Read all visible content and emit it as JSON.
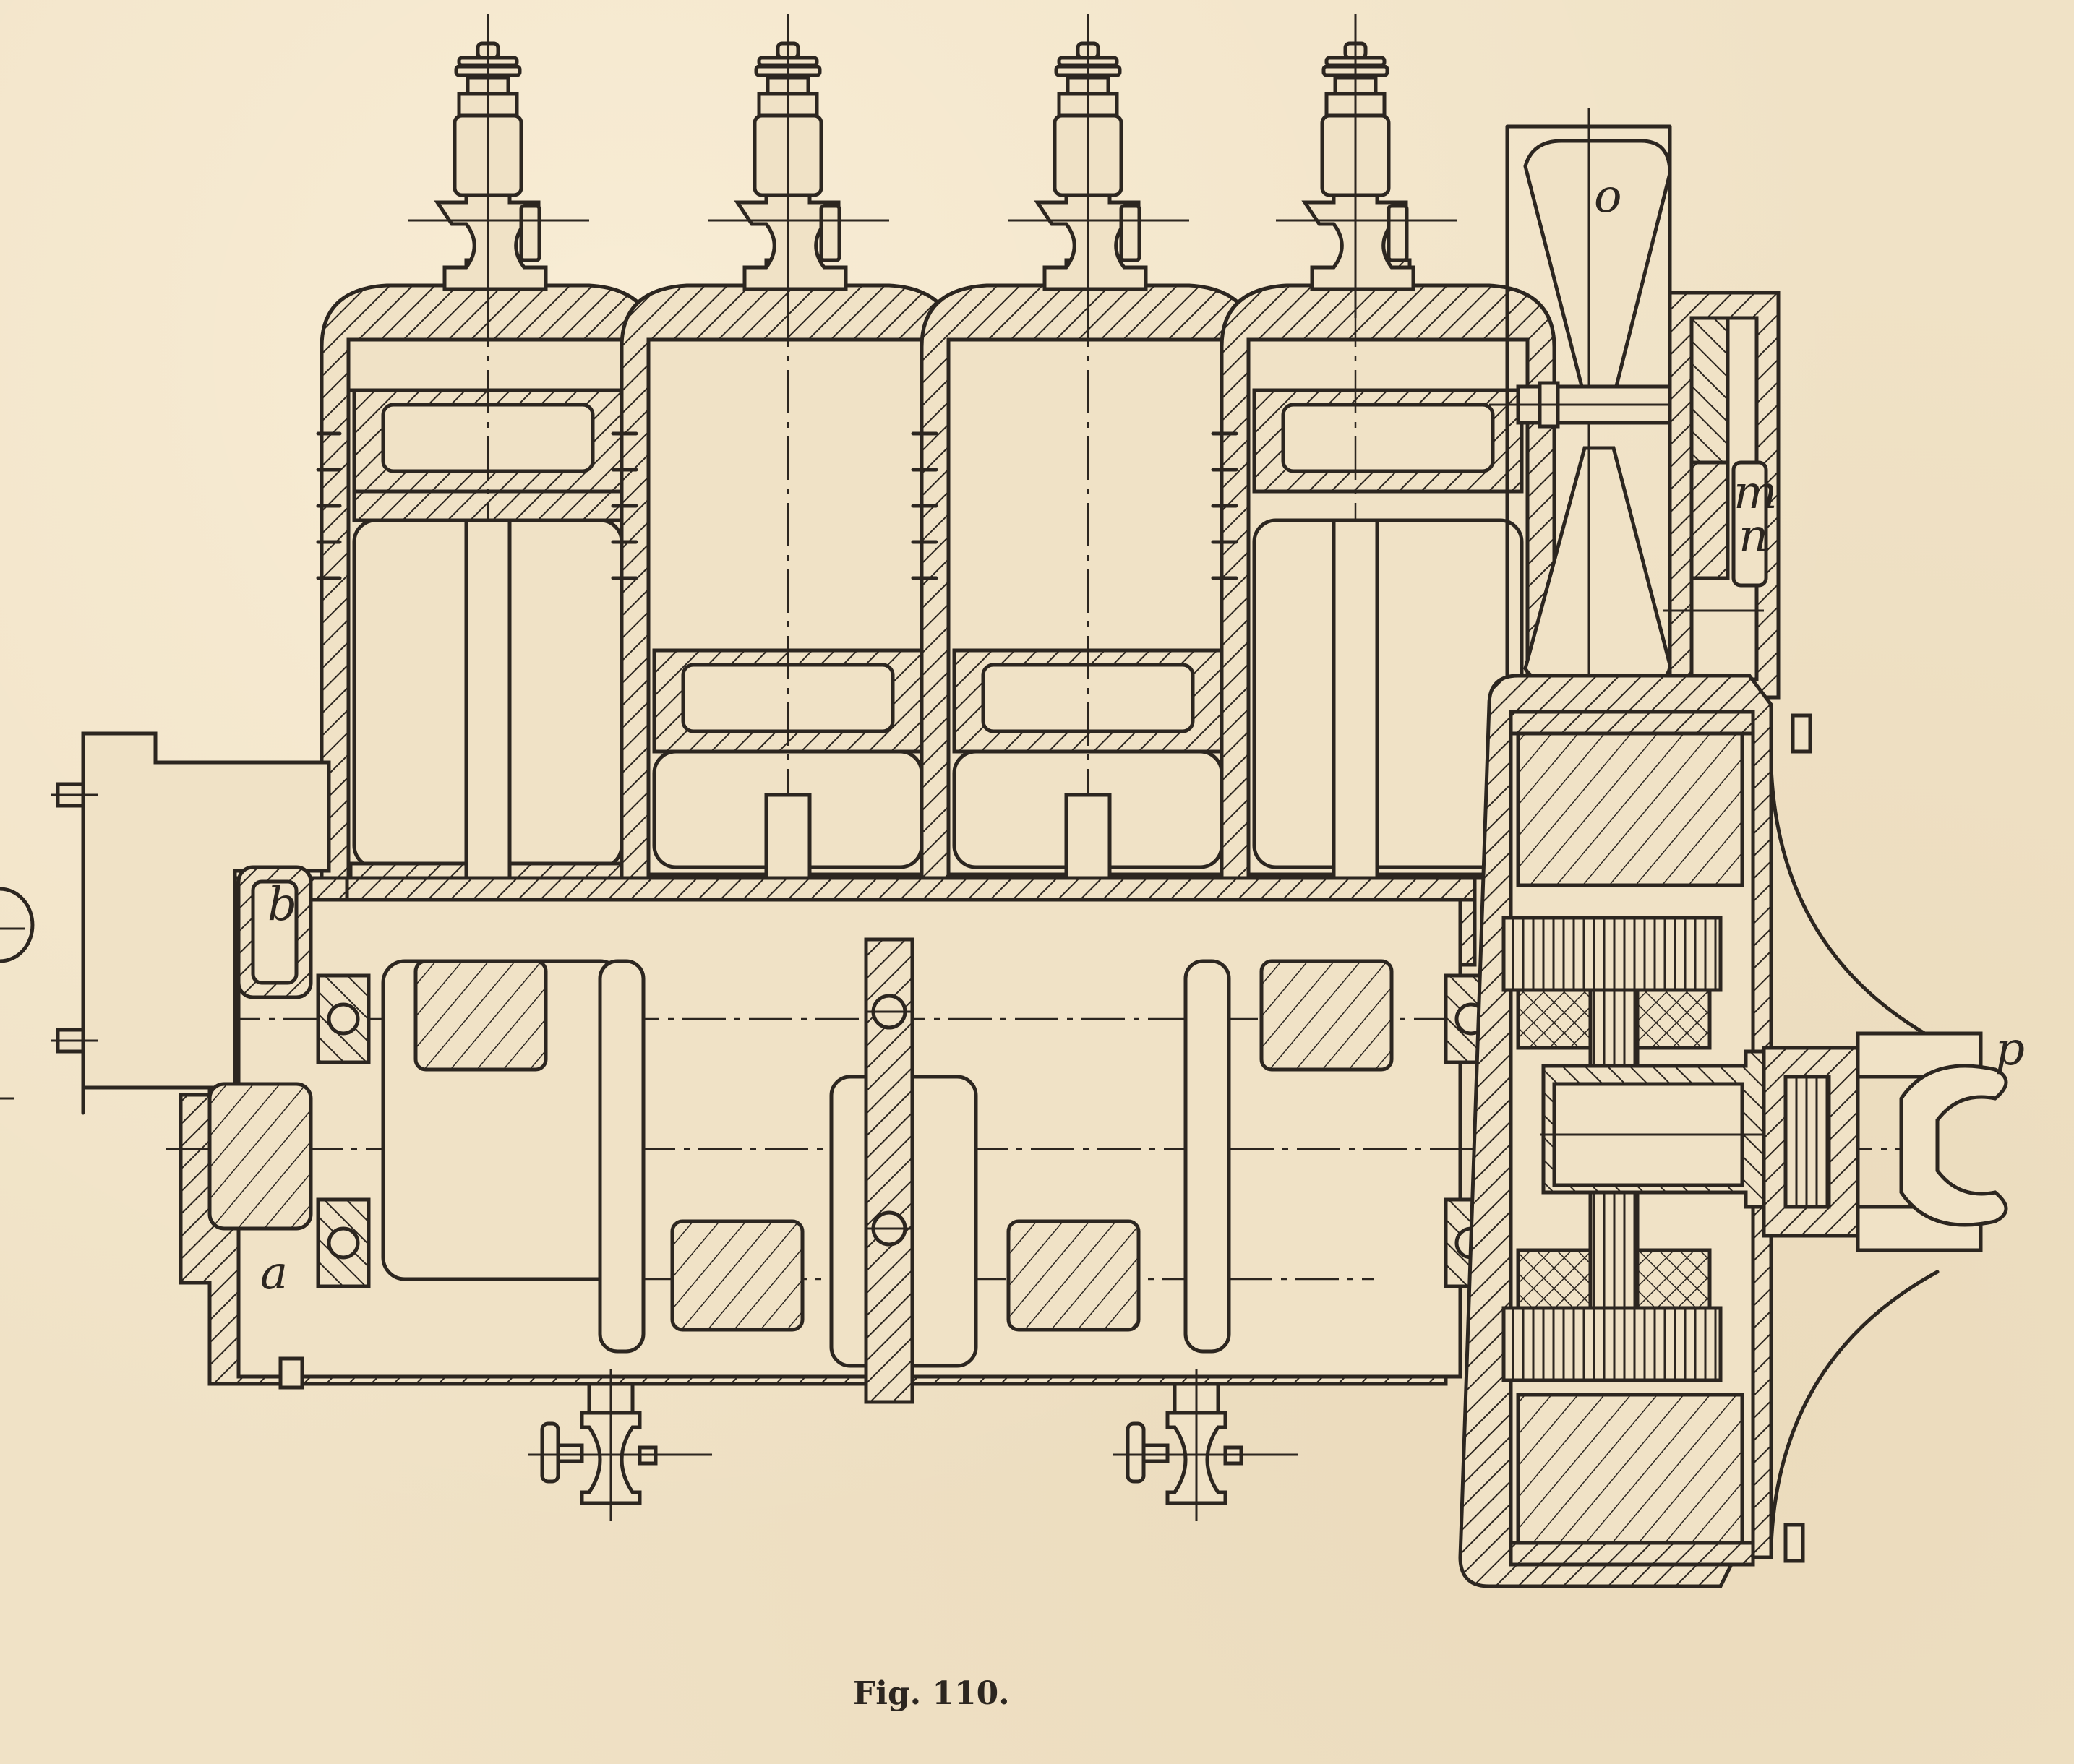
{
  "figure": {
    "caption": "Fig. 110.",
    "subject": "Sectional drawing of a four-cylinder engine with cooling fan and magneto"
  },
  "labels": {
    "a": "a",
    "b": "b",
    "m": "m",
    "n": "n",
    "o": "o",
    "p": "p"
  },
  "components": {
    "cylinders": [
      "cylinder-1",
      "cylinder-2",
      "cylinder-3",
      "cylinder-4"
    ],
    "spark_plugs": 4,
    "drain_cocks": 2
  },
  "colors": {
    "ink": "#2c2620",
    "paper": "#f0e2c6"
  }
}
